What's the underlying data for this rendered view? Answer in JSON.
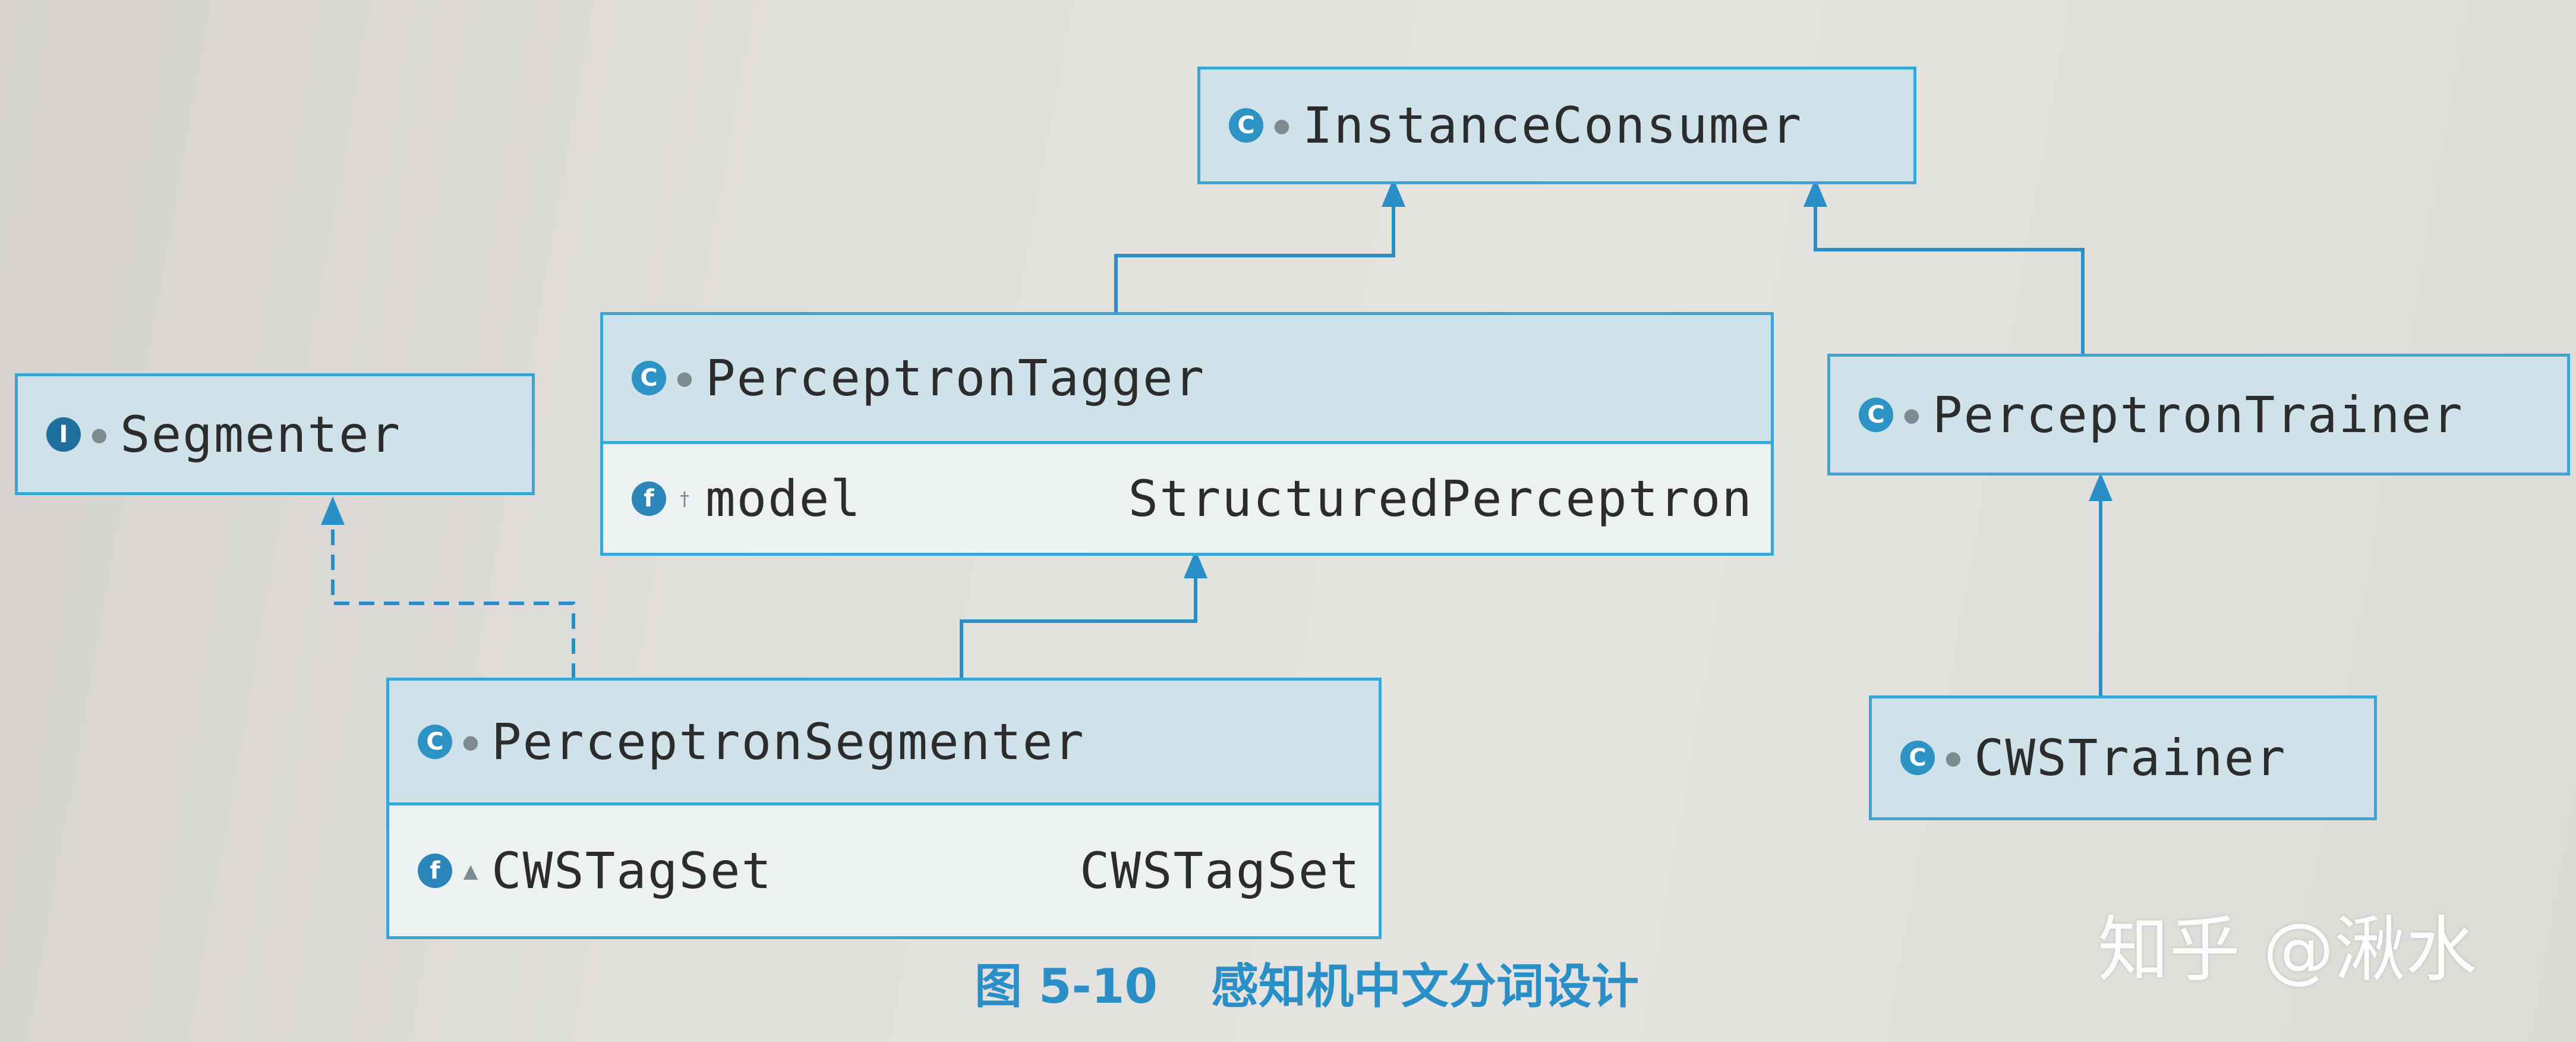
{
  "diagram": {
    "classes": [
      {
        "id": "instance-consumer",
        "badge": "C",
        "modifier": "●",
        "name": "InstanceConsumer"
      },
      {
        "id": "perceptron-tagger",
        "badge": "C",
        "modifier": "●",
        "name": "PerceptronTagger",
        "field": {
          "badge": "f",
          "modifier": "†",
          "name": "model",
          "type": "StructuredPerceptron"
        }
      },
      {
        "id": "segmenter",
        "badge": "I",
        "modifier": "●",
        "name": "Segmenter"
      },
      {
        "id": "perceptron-trainer",
        "badge": "C",
        "modifier": "●",
        "name": "PerceptronTrainer"
      },
      {
        "id": "perceptron-segmenter",
        "badge": "C",
        "modifier": "●",
        "name": "PerceptronSegmenter",
        "field": {
          "badge": "f",
          "modifier": "▲",
          "name": "CWSTagSet",
          "type": "CWSTagSet"
        }
      },
      {
        "id": "cws-trainer",
        "badge": "C",
        "modifier": "●",
        "name": "CWSTrainer"
      }
    ],
    "relations": [
      {
        "from": "perceptron-tagger",
        "to": "instance-consumer",
        "kind": "extends"
      },
      {
        "from": "perceptron-trainer",
        "to": "instance-consumer",
        "kind": "extends"
      },
      {
        "from": "perceptron-segmenter",
        "to": "perceptron-tagger",
        "kind": "extends"
      },
      {
        "from": "perceptron-segmenter",
        "to": "segmenter",
        "kind": "implements"
      },
      {
        "from": "cws-trainer",
        "to": "perceptron-trainer",
        "kind": "extends"
      }
    ]
  },
  "caption": {
    "figure_number": "图 5-10",
    "title": "感知机中文分词设计"
  },
  "watermark": "知乎 @湫水",
  "colors": {
    "border": "#3aa6d6",
    "header_fill": "#cfe2ea",
    "field_fill": "#eef1f1",
    "badge": "#2c93c4",
    "caption": "#2a8fc6",
    "text": "#2c2c2c"
  }
}
